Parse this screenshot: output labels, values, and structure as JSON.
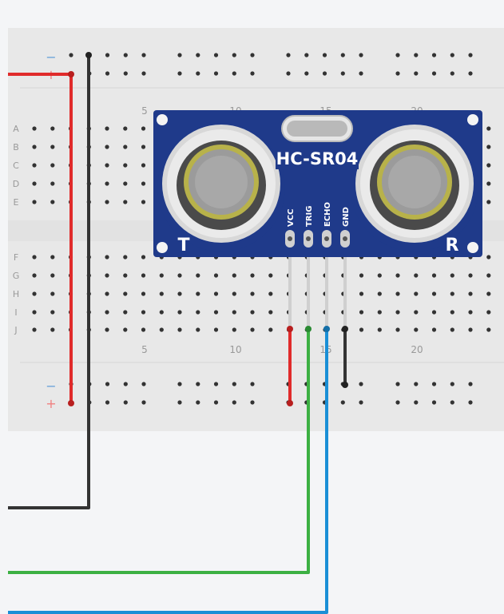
{
  "breadboard": {
    "row_letters_top": [
      "A",
      "B",
      "C",
      "D",
      "E"
    ],
    "row_letters_bottom": [
      "F",
      "G",
      "H",
      "I",
      "J"
    ],
    "column_numbers": [
      "5",
      "10",
      "15",
      "20"
    ],
    "rail_minus": "−",
    "rail_plus": "+"
  },
  "sensor": {
    "name": "HC-SR04",
    "pins": [
      "VCC",
      "TRIG",
      "ECHO",
      "GND"
    ],
    "transmitter_label": "T",
    "receiver_label": "R",
    "board_color": "#1f3a8a"
  },
  "wires": [
    {
      "name": "vcc-wire",
      "color": "#e02b2b"
    },
    {
      "name": "gnd-wire",
      "color": "#333333"
    },
    {
      "name": "trig-wire",
      "color": "#3cb043"
    },
    {
      "name": "echo-wire",
      "color": "#1a8fd6"
    }
  ],
  "colors": {
    "breadboard": "#e9e9e9",
    "hole": "#333333",
    "rail_minus": "#6aa3d9",
    "rail_plus": "#f08080"
  }
}
